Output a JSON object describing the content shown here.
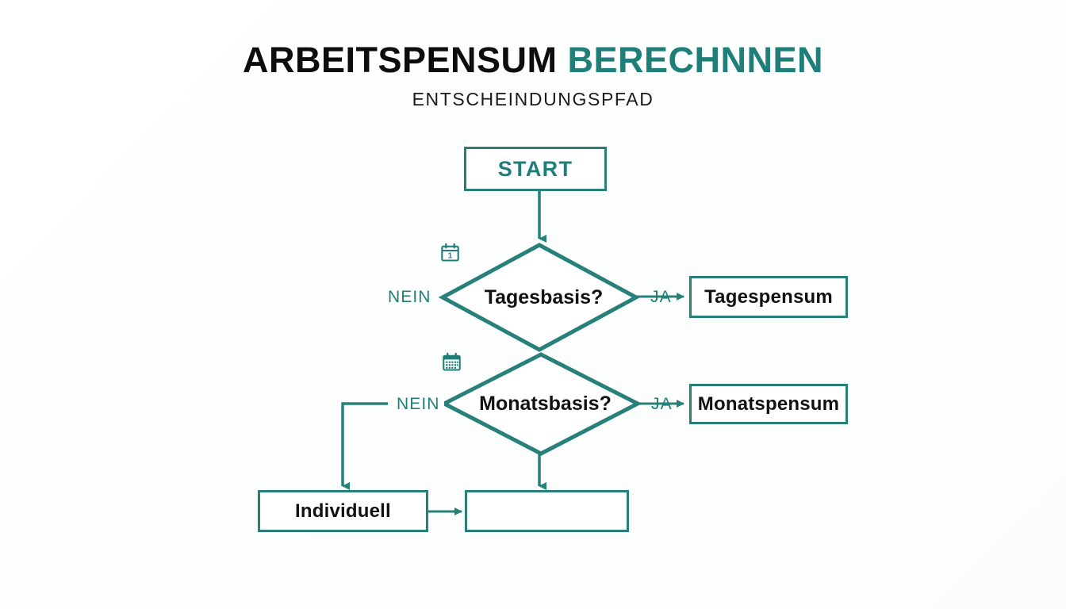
{
  "header": {
    "title_part1": "ARBEITSPENSUM",
    "title_part2": "BERECHNNEN",
    "subtitle": "ENTSCHEINDUNGSPFAD"
  },
  "colors": {
    "accent_teal": "#27807a",
    "title_teal": "#1f7f78",
    "text_black": "#111111",
    "background": "#ffffff"
  },
  "nodes": {
    "start": {
      "label": "START"
    },
    "decision_day": {
      "label": "Tagesbasis?",
      "icon": "calendar-day-icon",
      "icon_number": "1"
    },
    "decision_month": {
      "label": "Monatsbasis?",
      "icon": "calendar-month-icon"
    },
    "result_day": {
      "label": "Tagespensum"
    },
    "result_month": {
      "label": "Monatspensum"
    },
    "individual": {
      "label": "Individuell"
    },
    "result_blank": {
      "label": ""
    }
  },
  "branches": {
    "day_no": "NEIN",
    "day_yes": "JA",
    "month_no": "NEIN",
    "month_yes": "JA"
  },
  "chart_data": {
    "type": "diagram",
    "title": "ARBEITSPENSUM BERECHNNEN",
    "subtitle": "ENTSCHEINDUNGSPFAD",
    "flow": [
      {
        "id": "start",
        "type": "terminator",
        "label": "START"
      },
      {
        "id": "decision_day",
        "type": "decision",
        "label": "Tagesbasis?"
      },
      {
        "id": "result_day",
        "type": "process",
        "label": "Tagespensum"
      },
      {
        "id": "decision_month",
        "type": "decision",
        "label": "Monatsbasis?"
      },
      {
        "id": "result_month",
        "type": "process",
        "label": "Monatspensum"
      },
      {
        "id": "individual",
        "type": "process",
        "label": "Individuell"
      },
      {
        "id": "result_blank",
        "type": "process",
        "label": ""
      }
    ],
    "edges": [
      {
        "from": "start",
        "to": "decision_day",
        "label": ""
      },
      {
        "from": "decision_day",
        "to": "result_day",
        "label": "JA"
      },
      {
        "from": "decision_day",
        "to": "decision_month",
        "label": "NEIN"
      },
      {
        "from": "decision_month",
        "to": "result_month",
        "label": "JA"
      },
      {
        "from": "decision_month",
        "to": "individual",
        "label": "NEIN"
      },
      {
        "from": "decision_month",
        "to": "result_blank",
        "label": ""
      },
      {
        "from": "individual",
        "to": "result_blank",
        "label": ""
      }
    ]
  }
}
